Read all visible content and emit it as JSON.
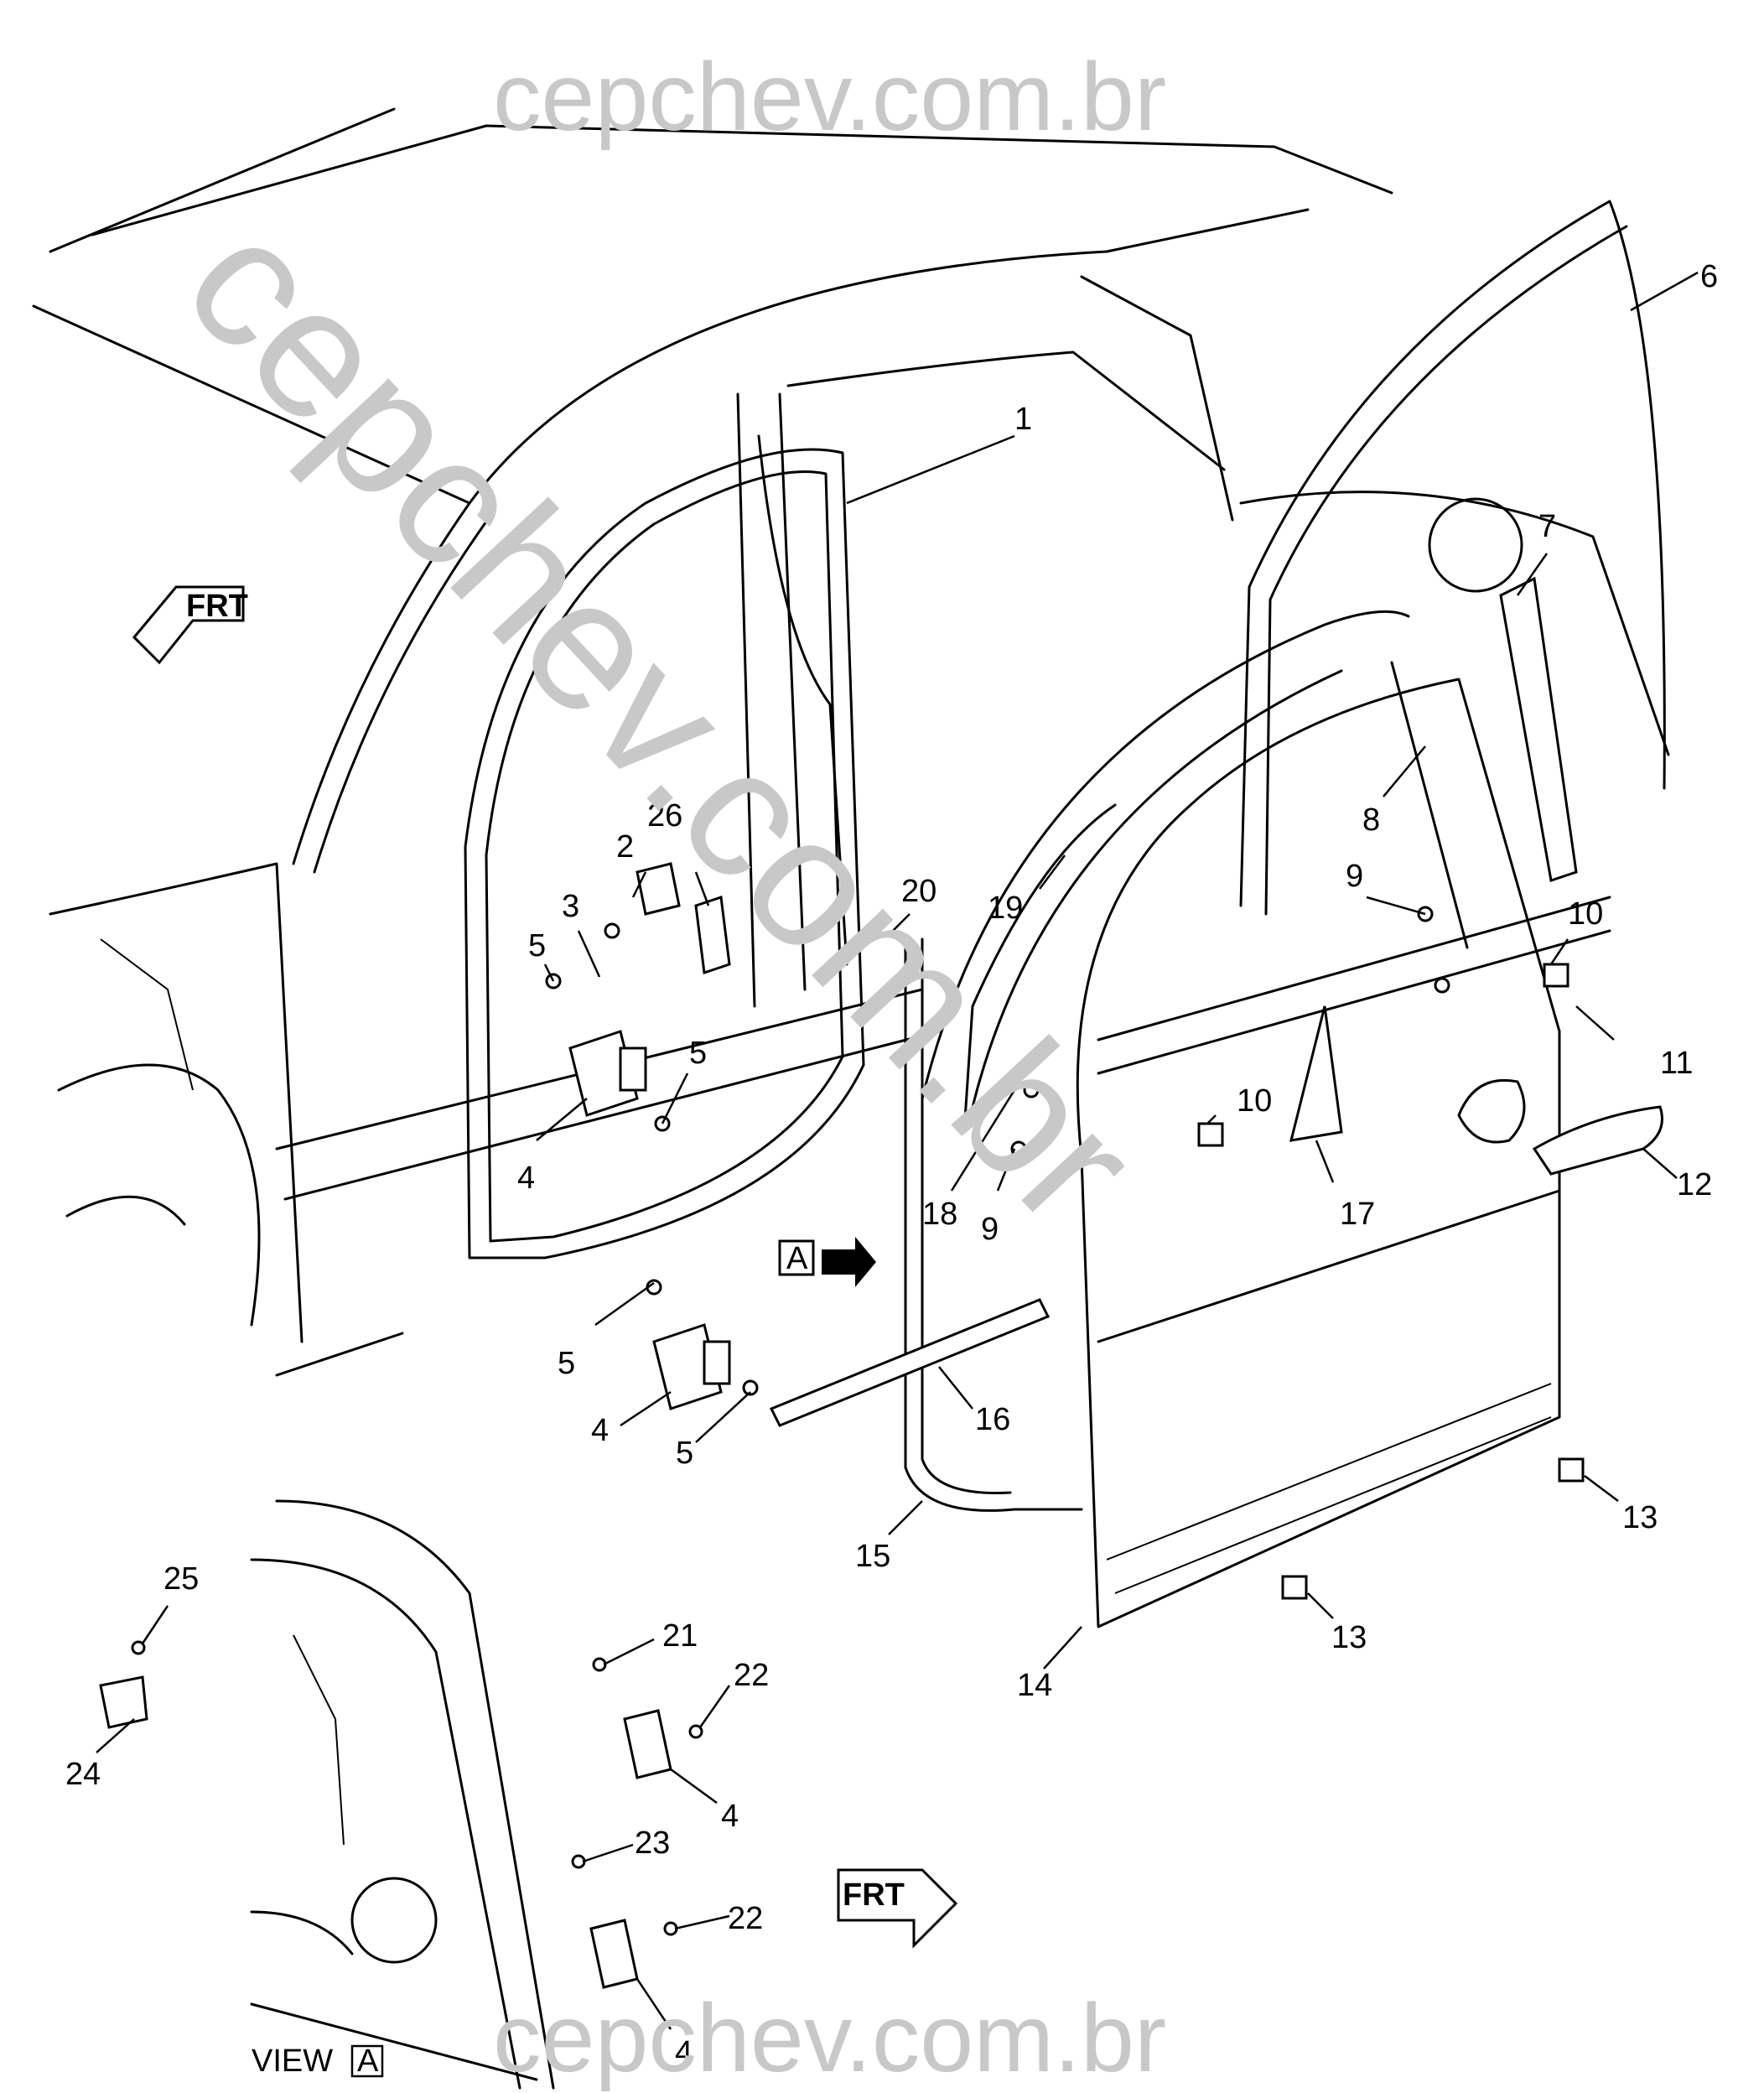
{
  "watermarks": {
    "top": "cepchev.com.br",
    "diagonal": "cepchev.com.br",
    "bottom": "cepchev.com.br"
  },
  "arrows": {
    "front_upper": "FRT",
    "front_lower": "FRT",
    "view_marker": "A"
  },
  "view_label": {
    "text": "VIEW",
    "letter": "A"
  },
  "callouts": [
    "1",
    "2",
    "3",
    "5",
    "4",
    "5",
    "26",
    "20",
    "19",
    "18",
    "9",
    "10",
    "17",
    "8",
    "9",
    "10",
    "11",
    "7",
    "6",
    "12",
    "5",
    "4",
    "5",
    "16",
    "15",
    "14",
    "13",
    "13",
    "25",
    "24",
    "21",
    "22",
    "4",
    "23",
    "22",
    "4"
  ]
}
